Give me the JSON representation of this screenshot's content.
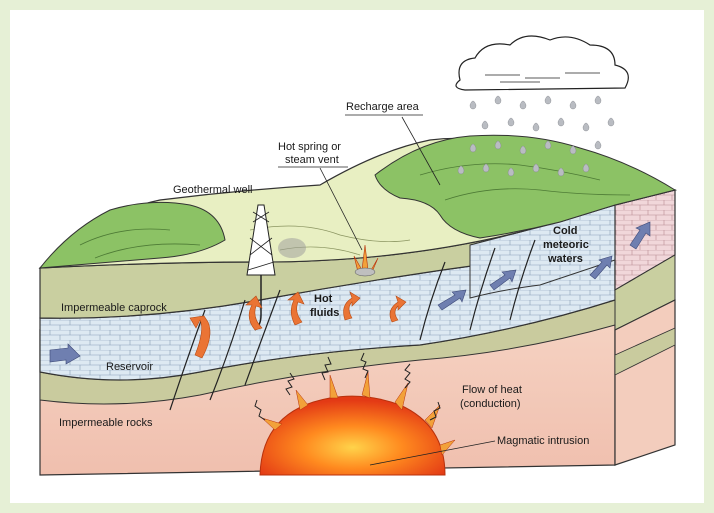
{
  "labels": {
    "recharge_area": "Recharge area",
    "hot_spring_line1": "Hot spring or",
    "hot_spring_line2": "steam vent",
    "geothermal_well": "Geothermal well",
    "cold_line1": "Cold",
    "cold_line2": "meteoric",
    "cold_line3": "waters",
    "impermeable_caprock": "Impermeable caprock",
    "hot_fluids_line1": "Hot",
    "hot_fluids_line2": "fluids",
    "reservoir": "Reservoir",
    "impermeable_rocks": "Impermeable rocks",
    "flow_heat_line1": "Flow of heat",
    "flow_heat_line2": "(conduction)",
    "magmatic_intrusion": "Magmatic intrusion"
  },
  "colors": {
    "background": "#e6f0d6",
    "surface_green": "#8cc265",
    "surface_pale": "#e8efc2",
    "caprock": "#c9cfa0",
    "reservoir_brick": "#dde9f2",
    "lower_rocks": "#f3cdbd",
    "magma": "#f2521c",
    "hot_arrow": "#ea7435",
    "cold_arrow": "#6f7fb0",
    "rain": "#b9bcc2"
  }
}
